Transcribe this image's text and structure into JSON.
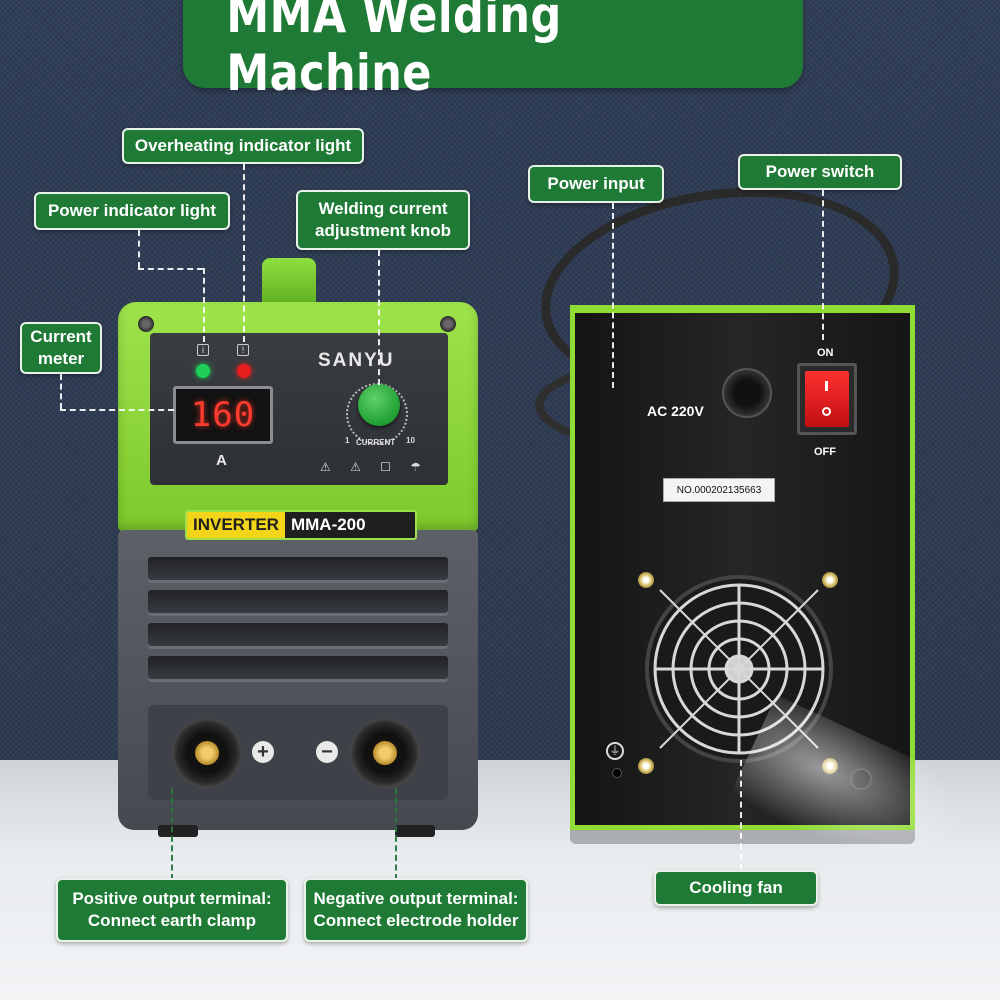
{
  "title": "MMA Welding Machine",
  "callouts": {
    "overheating": "Overheating indicator light",
    "power_indicator": "Power indicator light",
    "current_knob": "Welding current\nadjustment knob",
    "current_meter": "Current\nmeter",
    "power_input": "Power input",
    "power_switch": "Power switch",
    "positive_terminal": "Positive output terminal:\nConnect earth clamp",
    "negative_terminal": "Negative output terminal:\nConnect electrode holder",
    "cooling_fan": "Cooling fan"
  },
  "front_machine": {
    "brand": "SANYU",
    "meter_reading": "160",
    "meter_unit": "A",
    "knob_min": "1",
    "knob_max": "10",
    "knob_label": "CURRENT",
    "model_left": "INVERTER",
    "model_right": "MMA-200",
    "positive_symbol": "+",
    "negative_symbol": "−",
    "indicator_colors": {
      "power": "#1fcf5a",
      "overheat": "#e81e1e"
    }
  },
  "back_machine": {
    "voltage_label": "AC 220V",
    "switch_on": "ON",
    "switch_off": "OFF",
    "serial": "NO.000202135663"
  },
  "colors": {
    "banner_green": "#1f7a35",
    "machine_green": "#8fdc34",
    "background": "#2b3a52"
  }
}
